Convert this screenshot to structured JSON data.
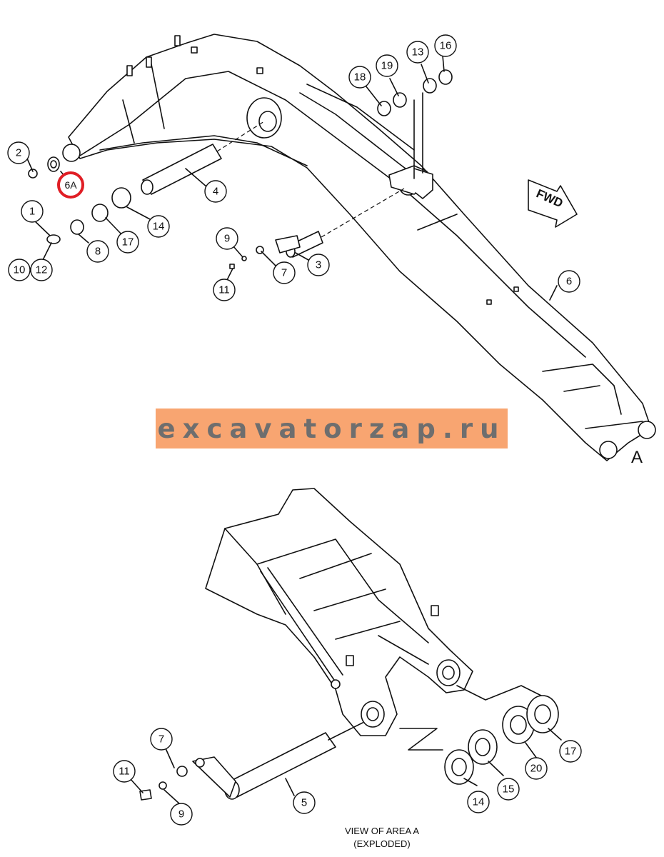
{
  "diagram": {
    "callouts_top": [
      {
        "id": "c2",
        "label": "2"
      },
      {
        "id": "c6a",
        "label": "6A",
        "highlighted": true
      },
      {
        "id": "c1",
        "label": "1"
      },
      {
        "id": "c10",
        "label": "10"
      },
      {
        "id": "c12",
        "label": "12"
      },
      {
        "id": "c8",
        "label": "8"
      },
      {
        "id": "c17a",
        "label": "17"
      },
      {
        "id": "c14a",
        "label": "14"
      },
      {
        "id": "c4",
        "label": "4"
      },
      {
        "id": "c9a",
        "label": "9"
      },
      {
        "id": "c11a",
        "label": "11"
      },
      {
        "id": "c7a",
        "label": "7"
      },
      {
        "id": "c3",
        "label": "3"
      },
      {
        "id": "c18",
        "label": "18"
      },
      {
        "id": "c19",
        "label": "19"
      },
      {
        "id": "c13",
        "label": "13"
      },
      {
        "id": "c16",
        "label": "16"
      },
      {
        "id": "c6",
        "label": "6"
      }
    ],
    "callouts_bottom": [
      {
        "id": "c7b",
        "label": "7"
      },
      {
        "id": "c11b",
        "label": "11"
      },
      {
        "id": "c9b",
        "label": "9"
      },
      {
        "id": "c5",
        "label": "5"
      },
      {
        "id": "c14b",
        "label": "14"
      },
      {
        "id": "c15",
        "label": "15"
      },
      {
        "id": "c20",
        "label": "20"
      },
      {
        "id": "c17b",
        "label": "17"
      }
    ],
    "fwd_label": "FWD",
    "area_letter": "A",
    "caption_line1": "VIEW OF AREA A",
    "caption_line2": "(EXPLODED)",
    "highlight_color": "#e01e25"
  },
  "watermark": {
    "text": "excavatorzap.ru",
    "background": "#f8a571",
    "text_color": "#6e6e6e"
  }
}
